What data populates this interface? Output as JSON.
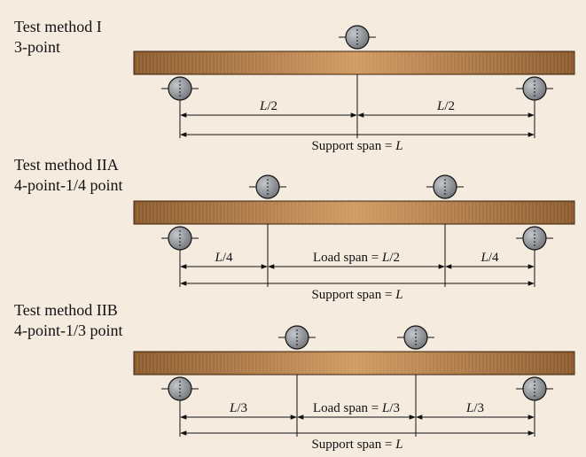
{
  "methods": [
    {
      "title": "Test method I",
      "subtitle": "3-point",
      "segments": [
        {
          "left": "L",
          "right": "/2"
        },
        {
          "left": "L",
          "right": "/2"
        }
      ],
      "support": {
        "prefix": "Support span = ",
        "var": "L"
      }
    },
    {
      "title": "Test method IIA",
      "subtitle": "4-point-1/4 point",
      "segments": [
        {
          "left": "L",
          "right": "/4"
        },
        {
          "left": "Load span = ",
          "var": "L",
          "right": "/2"
        },
        {
          "left": "L",
          "right": "/4"
        }
      ],
      "support": {
        "prefix": "Support span = ",
        "var": "L"
      }
    },
    {
      "title": "Test method IIB",
      "subtitle": "4-point-1/3 point",
      "segments": [
        {
          "left": "L",
          "right": "/3"
        },
        {
          "left": "Load span = ",
          "var": "L",
          "right": "/3"
        },
        {
          "left": "L",
          "right": "/3"
        }
      ],
      "support": {
        "prefix": "Support span = ",
        "var": "L"
      }
    }
  ],
  "colors": {
    "background": "#f5ebdf",
    "beam_dark": "#8a5a2e",
    "beam_light": "#c8925a",
    "roller_fill": "#8d9196",
    "line": "#111111"
  },
  "icons": [
    "roller-support-icon",
    "load-roller-icon"
  ]
}
